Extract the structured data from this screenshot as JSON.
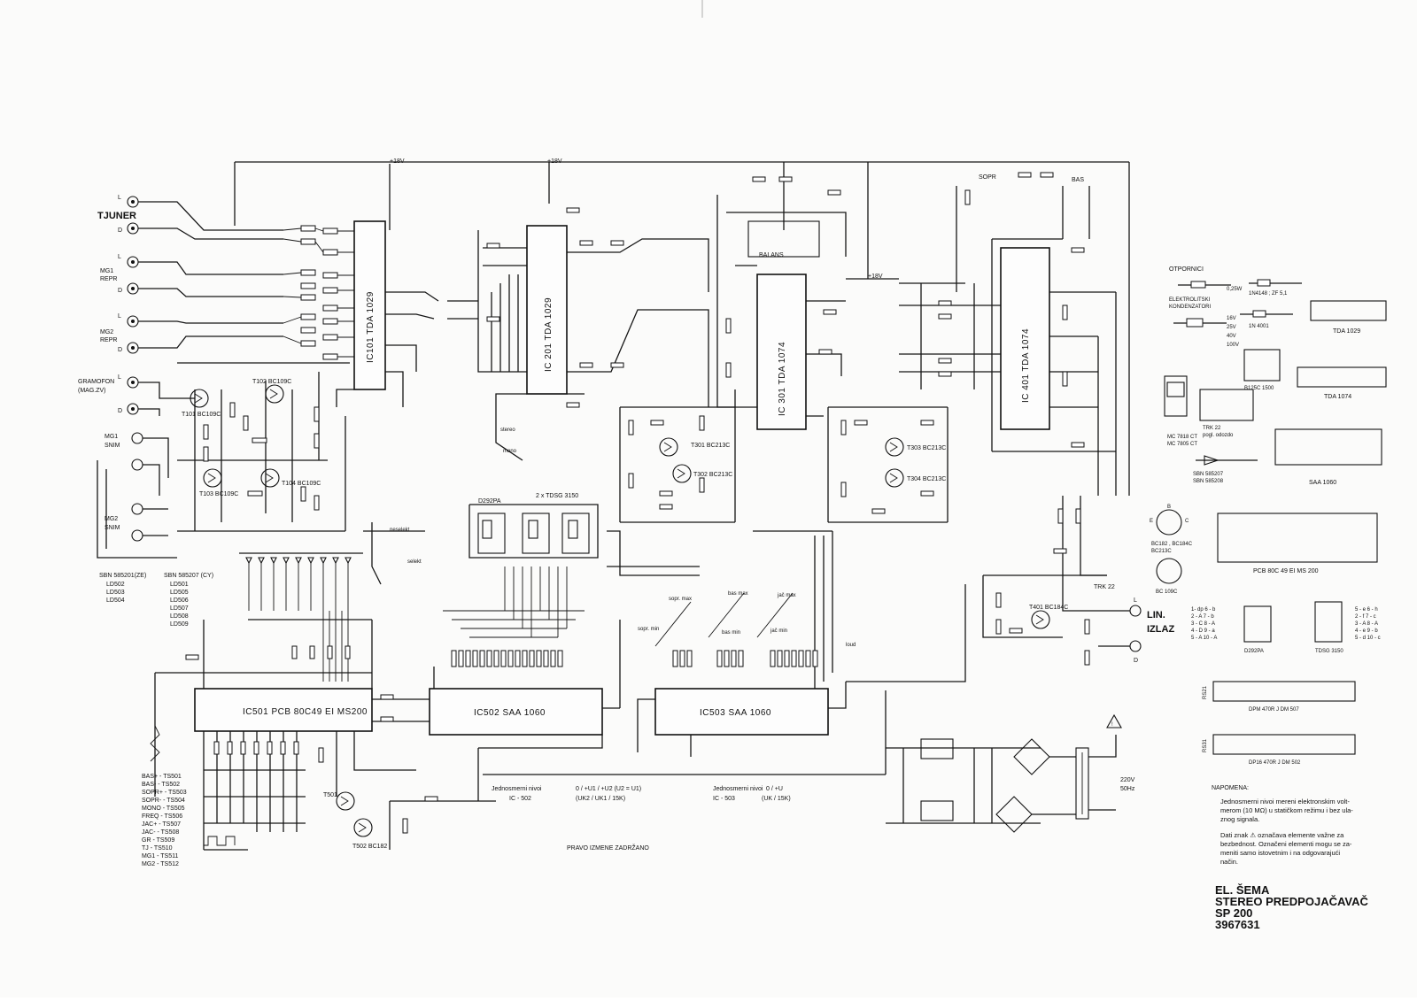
{
  "inputs": {
    "tuner": "TJUNER",
    "mg1_repr": [
      "MG1",
      "REPR"
    ],
    "mg2_repr": [
      "MG2",
      "REPR"
    ],
    "gramofon": [
      "GRAMOFON",
      "(MAG.ZV)"
    ],
    "mg1_snim": [
      "MG1",
      "SNIM"
    ],
    "mg2_snim": [
      "MG2",
      "SNIM"
    ],
    "channel_left": "L",
    "channel_right": "D"
  },
  "ics": {
    "ic101": "IC101 TDA 1029",
    "ic201": "IC 201 TDA 1029",
    "ic301": "IC 301 TDA 1074",
    "ic401": "IC 401 TDA 1074",
    "ic501": "IC501  PCB 80C49  EI MS200",
    "ic502": "IC502  SAA 1060",
    "ic503": "IC503  SAA 1060"
  },
  "transistors": {
    "t101": "T101 BC109C",
    "t102": "T102 BC109C",
    "t103": "T103 BC109C",
    "t104": "T104 BC109C",
    "t301": "T301 BC213C",
    "t302": "T302 BC213C",
    "t303": "T303 BC213C",
    "t304": "T304 BC213C",
    "t401": "T401 BC184C",
    "t501": "T501",
    "t502": "T502 BC182"
  },
  "labels": {
    "supply_18v": "+18V",
    "balans": "BALANS",
    "sopr": "SOPR",
    "bas": "BAS",
    "stereo_mono": [
      "stereo",
      "mono"
    ],
    "d292pa": "D292PA",
    "tdsg": "2 x TDSG 3150",
    "selekt": "selekt",
    "nesetekt": "neselekt",
    "lin_izlaz": [
      "LIN.",
      "IZLAZ"
    ],
    "trk22": "TRK 22",
    "mains": [
      "220V",
      "50Hz"
    ],
    "pravo": "PRAVO IZMENE ZADRŽANO",
    "jednosmerni_502": [
      "Jednosmerni nivoi",
      "0 / +U1 / +U2  (U2 = U1)",
      "IC - 502",
      "(UK2 / UK1 / 15K)"
    ],
    "jednosmerni_503": [
      "Jednosmerni nivoi",
      "0 / +U",
      "IC - 503",
      "(UK / 15K)"
    ],
    "loud": "loud",
    "bas_min_max": [
      "bas max",
      "bas min"
    ],
    "jac_min_max": [
      "jač max",
      "jač min"
    ],
    "sopr_min_max": [
      "sopr. max",
      "sopr. min"
    ]
  },
  "legend_top": {
    "otpornici": "OTPORNICI",
    "otpornici_values": [
      "0,25W",
      "1N4148 ; ZF 5,1"
    ],
    "elektrolitski": [
      "ELEKTROLITSKI",
      "KONDENZATORI"
    ],
    "elko_values": [
      "16V",
      "25V",
      "40V",
      "100V"
    ],
    "diode_1n4001": "1N 4001",
    "tda1029": "TDA 1029",
    "tda1074": "TDA 1074",
    "saa1060": "SAA 1060",
    "b125c": "B125C 1500",
    "mc7818": [
      "MC 7818 CT",
      "MC 7805 CT"
    ],
    "trk22_pins": [
      "TRK 22",
      "pogl. odozdo"
    ],
    "sbn": [
      "SBN 585207",
      "SBN 585208"
    ],
    "pcb": "PCB 80C 49 EI MS 200",
    "bc182": [
      "BC182 , BC184C",
      "BC213C"
    ],
    "bc109c": "BC 109C",
    "d292pa": "D292PA",
    "tdsg3150": "TDSG 3150",
    "seg_left": [
      "1- dp  6 - b",
      "2 - A  7 - b",
      "3 - C  8 - A",
      "4 - D  9 - a",
      "5 - A  10 - A"
    ],
    "seg_right": [
      "5 - e  6 - h",
      "2 - f  7 - c",
      "3 - A  8 - A",
      "4 - e  9 - b",
      "5 - d  10 - c"
    ],
    "rs21": "RS21",
    "rs31": "RS31",
    "dpm_470r": "DPM 470R J DM 507",
    "dp16_470r": "DP16 470R J DM 502",
    "e": "E",
    "c": "C",
    "b": "B"
  },
  "led_legend": {
    "left_title": "SBN 585201(ZE)",
    "left_items": [
      "LD502",
      "LD503",
      "LD504"
    ],
    "right_title": "SBN 585207 (CY)",
    "right_items": [
      "LD501",
      "LD505",
      "LD506",
      "LD507",
      "LD508",
      "LD509"
    ]
  },
  "switch_legend": {
    "items": [
      "BAS+ - TS501",
      "BAS- - TS502",
      "SOPR+ - TS503",
      "SOPR- - TS504",
      "MONO - TS505",
      "FREQ - TS506",
      "JAC+ - TS507",
      "JAC- - TS508",
      "GR - TS509",
      "TJ - TS510",
      "MG1 - TS511",
      "MG2 - TS512"
    ]
  },
  "napomena": {
    "title": "NAPOMENA:",
    "note1": [
      "Jednosmerni nivoi mereni elektronskim volt-",
      "merom (10 MΩ) u statičkom režimu i bez ula-",
      "znog signala."
    ],
    "note2": [
      "Dati znak ⚠ označava elemente važne za",
      "bezbednost. Označeni elementi mogu se za-",
      "meniti samo istovetnim i na odgovarajući",
      "način."
    ]
  },
  "title_block": {
    "line1": "EL. ŠEMA",
    "line2": "STEREO PREDPOJAČAVAČ",
    "line3": "SP 200",
    "line4": "3967631"
  },
  "colors": {
    "paper": "#fbfbfa",
    "ink": "#151515"
  }
}
